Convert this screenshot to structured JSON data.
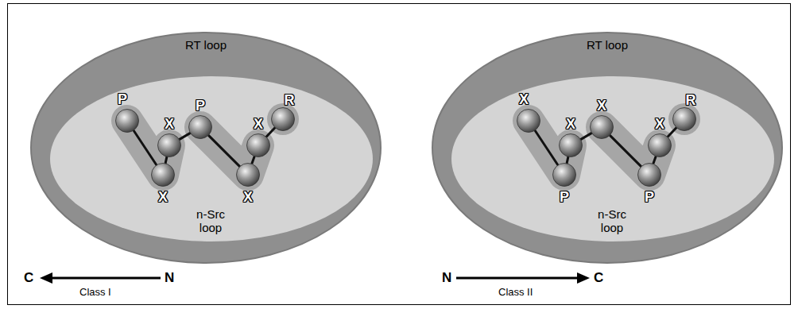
{
  "diagram": {
    "nodes": [
      {
        "text": [
          "RT loop"
        ]
      },
      {
        "text": [
          "n-Src loop"
        ],
        "in": 0
      },
      {
        "text": [
          "P"
        ],
        "in": 1
      },
      {
        "text": [
          "X"
        ],
        "in": 1
      },
      {
        "text": [
          "X"
        ],
        "in": 1
      },
      {
        "text": [
          "P"
        ],
        "in": 1
      },
      {
        "text": [
          "X"
        ],
        "in": 1
      },
      {
        "text": [
          "X"
        ],
        "in": 1
      },
      {
        "text": [
          "R"
        ],
        "in": 1
      },
      {
        "text": [
          "RT loop"
        ]
      },
      {
        "text": [
          "n-Src loop"
        ],
        "in": 9
      },
      {
        "text": [
          "X"
        ],
        "in": 10
      },
      {
        "text": [
          "P"
        ],
        "in": 10
      },
      {
        "text": [
          "X"
        ],
        "in": 10
      },
      {
        "text": [
          "X"
        ],
        "in": 10
      },
      {
        "text": [
          "P"
        ],
        "in": 10
      },
      {
        "text": [
          "X"
        ],
        "in": 10
      },
      {
        "text": [
          "R"
        ],
        "in": 10
      }
    ],
    "edges": [
      {
        "from": 2,
        "to": 3,
        "arrow": "none"
      },
      {
        "from": 3,
        "to": 4,
        "arrow": "none"
      },
      {
        "from": 4,
        "to": 5,
        "arrow": "none"
      },
      {
        "from": 5,
        "to": 6,
        "arrow": "none"
      },
      {
        "from": 6,
        "to": 7,
        "arrow": "none"
      },
      {
        "from": 7,
        "to": 8,
        "arrow": "none"
      },
      {
        "from": 11,
        "to": 12,
        "arrow": "none"
      },
      {
        "from": 12,
        "to": 13,
        "arrow": "none"
      },
      {
        "from": 13,
        "to": 14,
        "arrow": "none"
      },
      {
        "from": 14,
        "to": 15,
        "arrow": "none"
      },
      {
        "from": 15,
        "to": 16,
        "arrow": "none"
      },
      {
        "from": 16,
        "to": 17,
        "arrow": "none"
      }
    ],
    "labels": [
      "C",
      "N",
      "Class I",
      "N",
      "C",
      "Class II"
    ]
  }
}
